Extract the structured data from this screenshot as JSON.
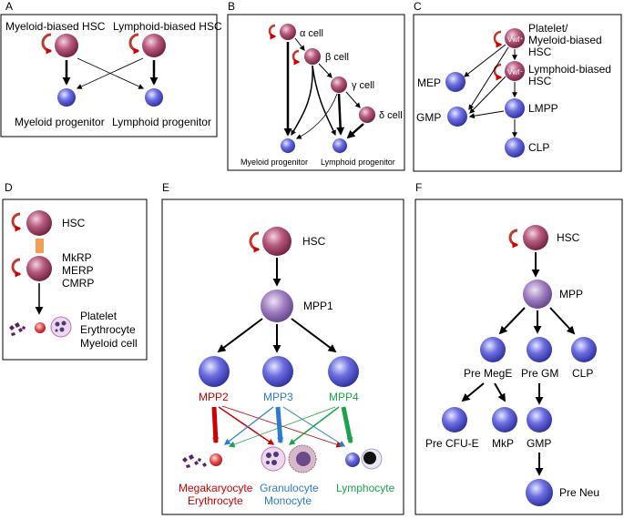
{
  "colors": {
    "hsc_fill": "#8a2a4d",
    "progenitor_fill": "#4a4bd0",
    "self_renew_arrow": "#c0392b",
    "link_bar": "#f0a050",
    "mpp2": "#cc0000",
    "mpp3": "#2a7bd0",
    "mpp4": "#1aa34a",
    "frame": "#000000"
  },
  "panels": [
    {
      "letter": "A"
    },
    {
      "letter": "B"
    },
    {
      "letter": "C"
    },
    {
      "letter": "D"
    },
    {
      "letter": "E"
    },
    {
      "letter": "F"
    }
  ],
  "panel_a": {
    "myeloid_hsc": "Myeloid-biased HSC",
    "lymphoid_hsc": "Lymphoid-biased HSC",
    "myeloid_prog": "Myeloid progenitor",
    "lymphoid_prog": "Lymphoid progenitor"
  },
  "panel_b": {
    "alpha": "α cell",
    "beta": "β cell",
    "gamma": "γ cell",
    "delta": "δ cell",
    "myeloid_prog": "Myeloid progenitor",
    "lymphoid_prog": "Lymphoid progenitor"
  },
  "panel_c": {
    "vwf_pos": "Vwf⁺",
    "vwf_neg": "Vwf⁻",
    "platelet_hsc_1": "Platelet/",
    "platelet_hsc_2": "Myeloid-biased",
    "platelet_hsc_3": "HSC",
    "lymphoid_hsc_1": "Lymphoid-biased",
    "lymphoid_hsc_2": "HSC",
    "mep": "MEP",
    "gmp": "GMP",
    "lmpp": "LMPP",
    "clp": "CLP"
  },
  "panel_d": {
    "hsc": "HSC",
    "mkrp": "MkRP",
    "merp": "MERP",
    "cmrp": "CMRP",
    "platelet": "Platelet",
    "erythrocyte": "Erythrocyte",
    "myeloid_cell": "Myeloid cell"
  },
  "panel_e": {
    "hsc": "HSC",
    "mpp1": "MPP1",
    "mpp2": "MPP2",
    "mpp3": "MPP3",
    "mpp4": "MPP4",
    "out_left_1": "Megakaryocyte",
    "out_left_2": "Erythrocyte",
    "out_mid_1": "Granulocyte",
    "out_mid_2": "Monocyte",
    "out_right": "Lymphocyte"
  },
  "panel_f": {
    "hsc": "HSC",
    "mpp": "MPP",
    "pre_mege": "Pre MegE",
    "pre_gm": "Pre GM",
    "clp": "CLP",
    "pre_cfue": "Pre CFU-E",
    "mkp": "MkP",
    "gmp": "GMP",
    "pre_neu": "Pre Neu"
  }
}
